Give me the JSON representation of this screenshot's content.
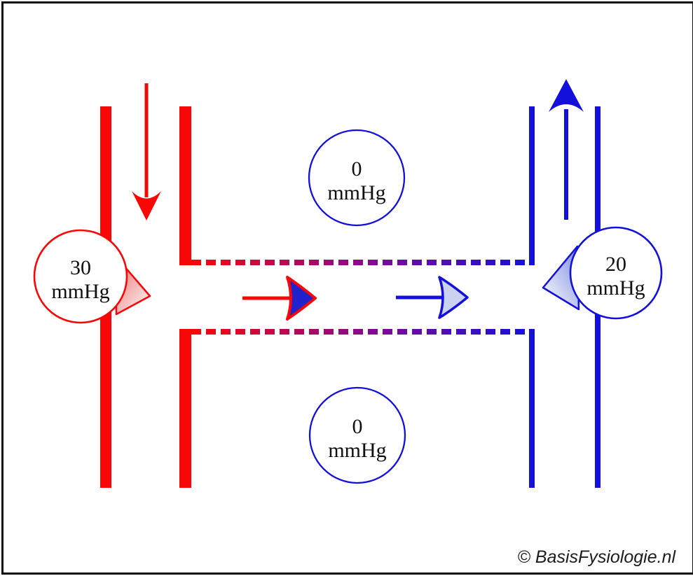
{
  "diagram": {
    "description": "Capillary hydrostatic pressure diagram between arteriole (red) and venule (blue)",
    "gauges": {
      "arterial": {
        "value": "30",
        "unit": "mmHg"
      },
      "interstitial_top": {
        "value": "0",
        "unit": "mmHg"
      },
      "interstitial_bottom": {
        "value": "0",
        "unit": "mmHg"
      },
      "venous": {
        "value": "20",
        "unit": "mmHg"
      }
    },
    "colors": {
      "arterial_red": "#f80707",
      "venous_blue": "#1310dc",
      "capillary_mid_purple": "#8b0a8e",
      "arterial_arrowhead_fill": "#2222cc",
      "venous_arrowhead_fill": "#cbd2f0",
      "text": "#101010"
    },
    "copyright": "© BasisFysiologie.nl"
  }
}
